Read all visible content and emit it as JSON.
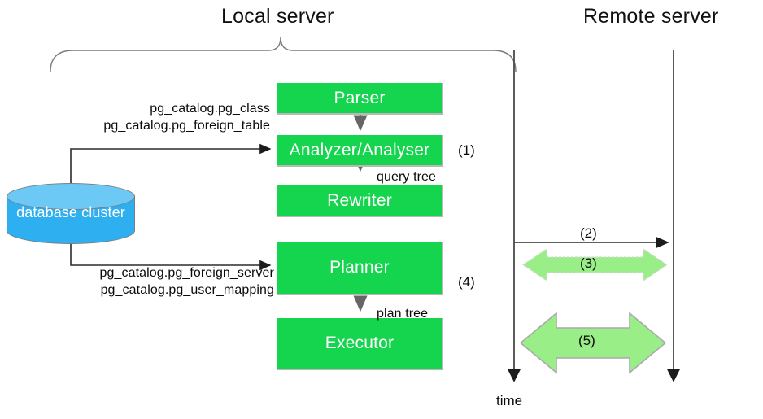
{
  "headings": {
    "local": "Local server",
    "remote": "Remote server"
  },
  "pipeline": {
    "stages": [
      {
        "label": "Parser"
      },
      {
        "label": "Analyzer/Analyser"
      },
      {
        "label": "Rewriter"
      },
      {
        "label": "Planner"
      },
      {
        "label": "Executor"
      }
    ],
    "edge_labels": [
      {
        "label": "query tree"
      },
      {
        "label": "plan tree"
      }
    ]
  },
  "storage": {
    "label": "database cluster"
  },
  "catalog_labels": {
    "upper": [
      "pg_catalog.pg_class",
      "pg_catalog.pg_foreign_table"
    ],
    "lower": [
      "pg_catalog.pg_foreign_server",
      "pg_catalog.pg_user_mapping"
    ]
  },
  "steps": {
    "one": "(1)",
    "two": "(2)",
    "three": "(3)",
    "four": "(4)",
    "five": "(5)"
  },
  "timeline": {
    "axis_label": "time"
  },
  "colors": {
    "stage_green": "#15d44e",
    "stage_shadow": "#b8b8b8",
    "cylinder_blue": "#2eaff0",
    "cylinder_top_blue": "#6cc8f5",
    "arrow_green": "#99ee88",
    "arrow_green_border": "#aaaaaa",
    "line_gray": "#555555",
    "text_dark": "#0b0b0b",
    "text_light": "#ffffff"
  }
}
